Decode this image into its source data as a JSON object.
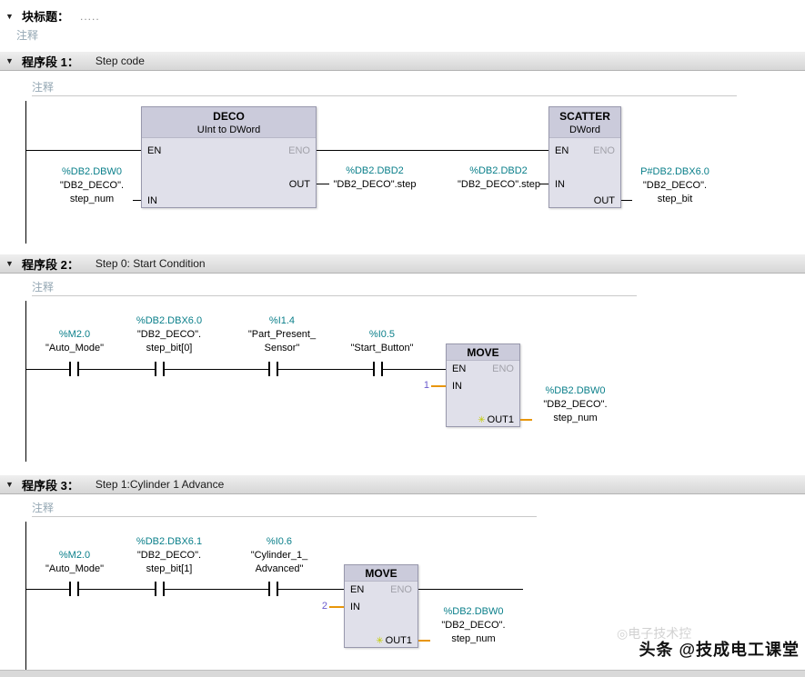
{
  "icons": {
    "collapse_arrow": "▼",
    "out_star": "✳",
    "ghost_mark": "◎"
  },
  "colors": {
    "operand_teal": "#0a7f8a",
    "constant_purple": "#6a5acd",
    "wire_orange": "#e8960a",
    "block_fill": "#e0e0ea",
    "block_header": "#cbcbdb",
    "network_bar": "#d6d6d6"
  },
  "block_title_row": {
    "label": "块标题：",
    "dots": ".....",
    "comment": "注释"
  },
  "networks": [
    {
      "label": "程序段 1：",
      "title": "Step code",
      "comment": "注释"
    },
    {
      "label": "程序段 2：",
      "title": "Step 0: Start Condition",
      "comment": "注释"
    },
    {
      "label": "程序段 3：",
      "title": "Step 1:Cylinder 1 Advance",
      "comment": "注释"
    }
  ],
  "net1": {
    "deco": {
      "title": "DECO",
      "subtitle": "UInt to DWord",
      "pins": {
        "en": "EN",
        "eno": "ENO",
        "in": "IN",
        "out": "OUT"
      },
      "in_operand": {
        "addr": "%DB2.DBW0",
        "line2": "\"DB2_DECO\".",
        "line3": "step_num"
      },
      "out_operand": {
        "addr": "%DB2.DBD2",
        "line2": "\"DB2_DECO\".step"
      }
    },
    "scatter": {
      "title": "SCATTER",
      "subtitle": "DWord",
      "pins": {
        "en": "EN",
        "eno": "ENO",
        "in": "IN",
        "out": "OUT"
      },
      "in_operand": {
        "addr": "%DB2.DBD2",
        "line2": "\"DB2_DECO\".step"
      },
      "out_operand": {
        "addr": "P#DB2.DBX6.0",
        "line2": "\"DB2_DECO\".",
        "line3": "step_bit"
      }
    }
  },
  "net2": {
    "contacts": [
      {
        "addr": "%M2.0",
        "line2": "\"Auto_Mode\""
      },
      {
        "addr": "%DB2.DBX6.0",
        "line2": "\"DB2_DECO\".",
        "line3": "step_bit[0]"
      },
      {
        "addr": "%I1.4",
        "line2": "\"Part_Present_",
        "line3": "Sensor\""
      },
      {
        "addr": "%I0.5",
        "line2": "\"Start_Button\""
      }
    ],
    "move": {
      "title": "MOVE",
      "pins": {
        "en": "EN",
        "eno": "ENO",
        "in": "IN",
        "out1": "OUT1"
      },
      "in_constant": "1",
      "out_operand": {
        "addr": "%DB2.DBW0",
        "line2": "\"DB2_DECO\".",
        "line3": "step_num"
      }
    }
  },
  "net3": {
    "contacts": [
      {
        "addr": "%M2.0",
        "line2": "\"Auto_Mode\""
      },
      {
        "addr": "%DB2.DBX6.1",
        "line2": "\"DB2_DECO\".",
        "line3": "step_bit[1]"
      },
      {
        "addr": "%I0.6",
        "line2": "\"Cylinder_1_",
        "line3": "Advanced\""
      }
    ],
    "move": {
      "title": "MOVE",
      "pins": {
        "en": "EN",
        "eno": "ENO",
        "in": "IN",
        "out1": "OUT1"
      },
      "in_constant": "2",
      "out_operand": {
        "addr": "%DB2.DBW0",
        "line2": "\"DB2_DECO\".",
        "line3": "step_num"
      }
    }
  },
  "watermark": {
    "ghost": "电子技术控",
    "main": "头条 @技成电工课堂"
  }
}
